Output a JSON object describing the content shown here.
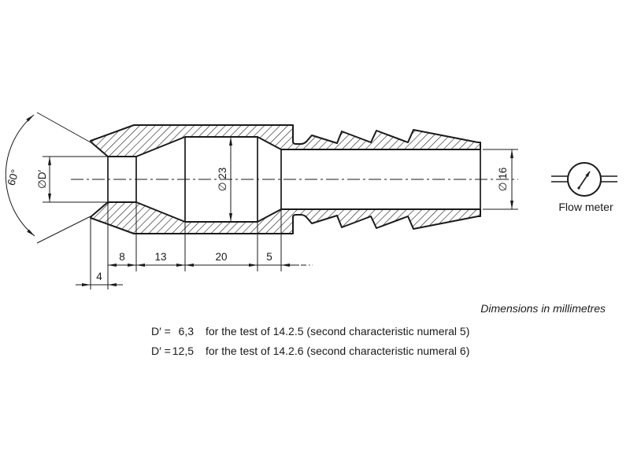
{
  "figure": {
    "title": "hose-nozzle-cross-section",
    "angle_label": "60°",
    "orifice_diameter_label": "∅D′",
    "chamber_diameter_label": "∅ 23",
    "outlet_diameter_label": "∅ 16",
    "dim_4": "4",
    "dim_8": "8",
    "dim_13": "13",
    "dim_20": "20",
    "dim_5": "5",
    "flow_meter_label": "Flow meter"
  },
  "notes": {
    "units": "Dimensions in millimetres",
    "lines": [
      {
        "symbol": "D′ =",
        "value": "6,3",
        "text": "for the test of 14.2.5 (second characteristic numeral 5)"
      },
      {
        "symbol": "D′ =",
        "value": "12,5",
        "text": "for the test of 14.2.6 (second characteristic numeral 6)"
      }
    ]
  },
  "colors": {
    "ink": "#1a1a1a",
    "background": "#ffffff"
  }
}
